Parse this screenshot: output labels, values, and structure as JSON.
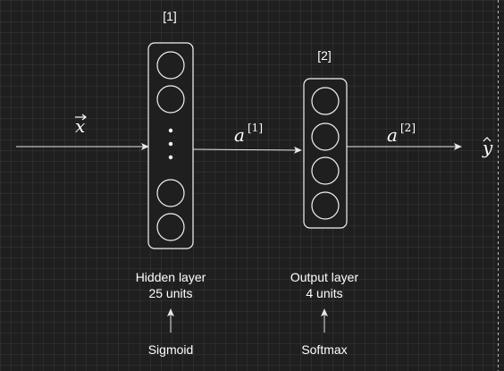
{
  "diagram": {
    "hidden_layer": {
      "index_label": "[1]",
      "title": "Hidden layer",
      "units": "25 units",
      "activation": "Sigmoid"
    },
    "output_layer": {
      "index_label": "[2]",
      "title": "Output layer",
      "units": "4 units",
      "activation": "Softmax"
    },
    "input_symbol": "x",
    "hidden_output": {
      "base": "a",
      "superscript": "[1]"
    },
    "output_activation": {
      "base": "a",
      "superscript": "[2]"
    },
    "prediction_symbol": "y"
  },
  "colors": {
    "background": "#1f1f1f",
    "stroke": "#f2f2f2"
  }
}
